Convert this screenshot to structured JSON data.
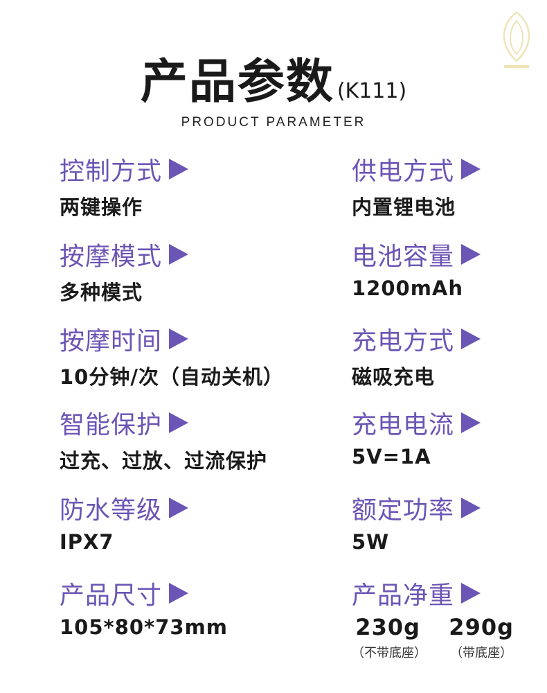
{
  "header": {
    "title": "产品参数",
    "model": "(K111)",
    "subtitle": "PRODUCT PARAMETER"
  },
  "colors": {
    "label": "#6b55b5",
    "arrow": "#6b55b5",
    "value": "#1a1a1a",
    "logo": "#efe3b8"
  },
  "left": [
    {
      "label": "控制方式",
      "value": "两键操作"
    },
    {
      "label": "按摩模式",
      "value": "多种模式"
    },
    {
      "label": "按摩时间",
      "value": "10分钟/次（自动关机）"
    },
    {
      "label": "智能保护",
      "value": "过充、过放、过流保护"
    },
    {
      "label": "防水等级",
      "value": "IPX7"
    },
    {
      "label": "产品尺寸",
      "value": "105*80*73mm"
    }
  ],
  "right": [
    {
      "label": "供电方式",
      "value": "内置锂电池"
    },
    {
      "label": "电池容量",
      "value": "1200mAh"
    },
    {
      "label": "充电方式",
      "value": "磁吸充电"
    },
    {
      "label": "充电电流",
      "value": "5V=1A"
    },
    {
      "label": "额定功率",
      "value": "5W"
    },
    {
      "label": "产品净重",
      "weights": [
        {
          "value": "230g",
          "note": "（不带底座）"
        },
        {
          "value": "290g",
          "note": "（带底座）"
        }
      ]
    }
  ],
  "icons": {
    "arrow": "play-arrow-icon",
    "logo": "brand-logo-icon"
  }
}
